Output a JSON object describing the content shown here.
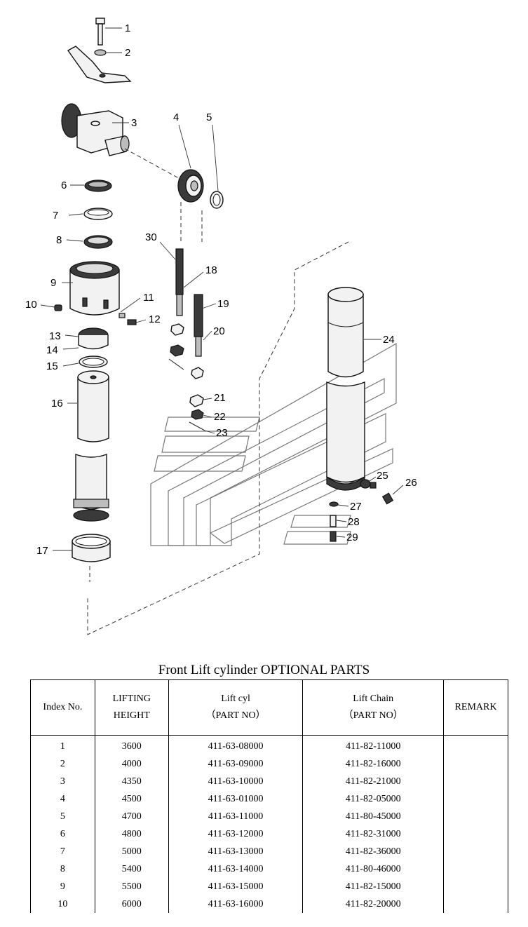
{
  "diagram": {
    "callouts": [
      "1",
      "2",
      "3",
      "4",
      "5",
      "6",
      "7",
      "8",
      "9",
      "10",
      "11",
      "12",
      "13",
      "14",
      "15",
      "16",
      "17",
      "18",
      "19",
      "20",
      "21",
      "22",
      "23",
      "24",
      "25",
      "26",
      "27",
      "28",
      "29",
      "30"
    ]
  },
  "table": {
    "title": "Front Lift cylinder OPTIONAL PARTS",
    "headers": {
      "index": "Index No.",
      "lifting_l1": "LIFTING",
      "lifting_l2": "HEIGHT",
      "cyl_l1": "Lift cyl",
      "cyl_l2": "（PART NO）",
      "chain_l1": "Lift Chain",
      "chain_l2": "（PART NO）",
      "remark": "REMARK"
    },
    "rows": [
      {
        "index": "1",
        "height": "3600",
        "cyl": "411-63-08000",
        "chain": "411-82-11000",
        "remark": ""
      },
      {
        "index": "2",
        "height": "4000",
        "cyl": "411-63-09000",
        "chain": "411-82-16000",
        "remark": ""
      },
      {
        "index": "3",
        "height": "4350",
        "cyl": "411-63-10000",
        "chain": "411-82-21000",
        "remark": ""
      },
      {
        "index": "4",
        "height": "4500",
        "cyl": "411-63-01000",
        "chain": "411-82-05000",
        "remark": ""
      },
      {
        "index": "5",
        "height": "4700",
        "cyl": "411-63-11000",
        "chain": "411-80-45000",
        "remark": ""
      },
      {
        "index": "6",
        "height": "4800",
        "cyl": "411-63-12000",
        "chain": "411-82-31000",
        "remark": ""
      },
      {
        "index": "7",
        "height": "5000",
        "cyl": "411-63-13000",
        "chain": "411-82-36000",
        "remark": ""
      },
      {
        "index": "8",
        "height": "5400",
        "cyl": "411-63-14000",
        "chain": "411-80-46000",
        "remark": ""
      },
      {
        "index": "9",
        "height": "5500",
        "cyl": "411-63-15000",
        "chain": "411-82-15000",
        "remark": ""
      },
      {
        "index": "10",
        "height": "6000",
        "cyl": "411-63-16000",
        "chain": "411-82-20000",
        "remark": ""
      }
    ]
  }
}
